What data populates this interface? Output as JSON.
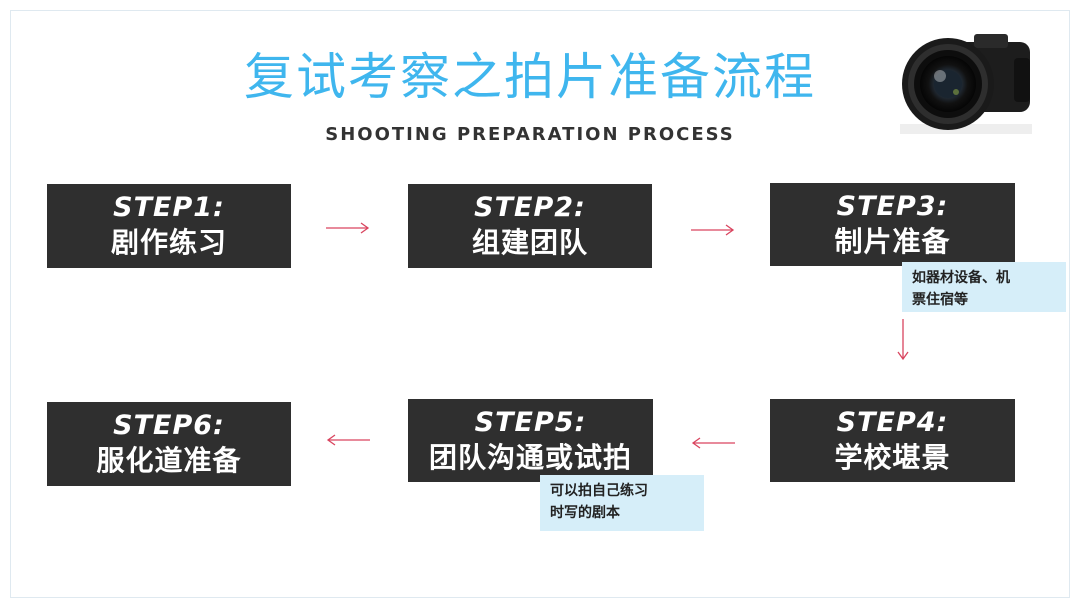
{
  "header": {
    "title": "复试考察之拍片准备流程",
    "subtitle": "SHOOTING PREPARATION PROCESS",
    "image_icon": "camera-icon"
  },
  "steps": [
    {
      "label": "STEP1:",
      "name": "剧作练习"
    },
    {
      "label": "STEP2:",
      "name": "组建团队"
    },
    {
      "label": "STEP3:",
      "name": "制片准备"
    },
    {
      "label": "STEP4:",
      "name": "学校堪景"
    },
    {
      "label": "STEP5:",
      "name": "团队沟通或试拍"
    },
    {
      "label": "STEP6:",
      "name": "服化道准备"
    }
  ],
  "notes": {
    "step3_line1": "如器材设备、机",
    "step3_line2": "票住宿等",
    "step5_line1": "可以拍自己练习",
    "step5_line2": "时写的剧本"
  },
  "colors": {
    "title": "#3fb6ee",
    "box": "#2f2f2f",
    "note_bg": "#d6eef9",
    "arrow": "#d9455f"
  }
}
